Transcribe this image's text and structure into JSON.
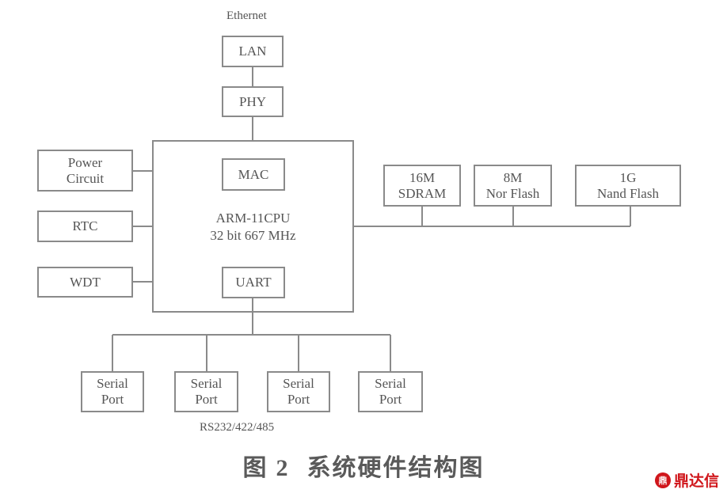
{
  "diagram": {
    "title_label": "Ethernet",
    "nodes": {
      "lan": "LAN",
      "phy": "PHY",
      "power": [
        "Power",
        "Circuit"
      ],
      "rtc": "RTC",
      "wdt": "WDT",
      "mac": "MAC",
      "cpu": [
        "ARM-11CPU",
        "32 bit 667 MHz"
      ],
      "uart": "UART",
      "sdram": [
        "16M",
        "SDRAM"
      ],
      "nor": [
        "8M",
        "Nor Flash"
      ],
      "nand": [
        "1G",
        "Nand Flash"
      ],
      "serial_ports": [
        [
          "Serial",
          "Port"
        ],
        [
          "Serial",
          "Port"
        ],
        [
          "Serial",
          "Port"
        ],
        [
          "Serial",
          "Port"
        ]
      ]
    },
    "serial_bus_label": "RS232/422/485",
    "edges": [
      [
        "lan",
        "phy"
      ],
      [
        "phy",
        "cpu"
      ],
      [
        "power",
        "cpu"
      ],
      [
        "rtc",
        "cpu"
      ],
      [
        "wdt",
        "cpu"
      ],
      [
        "cpu",
        "sdram"
      ],
      [
        "cpu",
        "nor"
      ],
      [
        "cpu",
        "nand"
      ],
      [
        "uart",
        "serial_port_1"
      ],
      [
        "uart",
        "serial_port_2"
      ],
      [
        "uart",
        "serial_port_3"
      ],
      [
        "uart",
        "serial_port_4"
      ]
    ]
  },
  "caption": {
    "prefix": "图",
    "number": "2",
    "text": "系统硬件结构图"
  },
  "watermark": {
    "logo_glyph": "鼎",
    "text": "鼎达信",
    "color": "#d0161b"
  }
}
